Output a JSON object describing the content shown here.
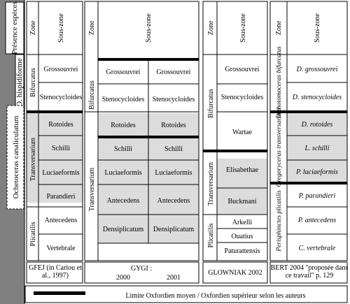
{
  "side": {
    "presence": "Présence espèces",
    "hispidiforme": "O. hispidiforme",
    "canaliculatum": "Ochetoceras canaliculatum"
  },
  "header": {
    "zone": "Zone",
    "sous_zone": "Sous-zone"
  },
  "cariou": {
    "zones": {
      "bifurcatus": "Bifurcatus",
      "transversarium": "Transversarium",
      "plicatilis": "Plicatilis"
    },
    "subzones": [
      "Grossouvrei",
      "Stenocycloides",
      "Rotoides",
      "Schilli",
      "Luciaeformis",
      "Parandieri",
      "Antecedens",
      "Vertebrale"
    ]
  },
  "gygi": {
    "zones": {
      "bifurcatus": "Bifurcatus",
      "transversarium": "Transversarium"
    },
    "col2000": [
      "Grossouvrei",
      "Stenocycloides",
      "Rotoides",
      "Schilli",
      "Luciaeformis",
      "Antecedens",
      "Densiplicatum"
    ],
    "col2001": [
      "Grossouvrei",
      "Stenocycloides",
      "Rotoides",
      "Schilli",
      "Luciaeformis",
      "Antecedens",
      "Densiplicatum"
    ]
  },
  "glowniak": {
    "zones": {
      "bifurcatus": "Bifurcatus",
      "transversarium": "Transversarium",
      "plicatilis": "Plicatilis"
    },
    "subzones": [
      "Grossouvrei",
      "Stenocycloides",
      "Wartae",
      "Elisabethae",
      "Buckmani",
      "Arkelli",
      "Ouatius",
      "Paturattensis"
    ]
  },
  "bert": {
    "zones": {
      "dichotomoceras": "Dichotomoceras bifurcatus",
      "gregoryceras": "Gregoryceras transversarium",
      "perisphinctes": "Perisphinctes plicatilis"
    },
    "subzones": [
      "D. grossouvrei",
      "D. stenocycloides",
      "D. rotoides",
      "L. schilli",
      "P. luciaeformis",
      "P. parandieri",
      "P. antecedens",
      "C. vertebrale"
    ]
  },
  "footer": {
    "gfej": "GFEJ (in Cariou et al., 1997)",
    "gygi": "GYGI :",
    "gygi_2000": "2000",
    "gygi_2001": "2001",
    "glowniak": "GLOWNIAK 2002",
    "bert": "BERT 2004 \"proposée dans ce travail\" p. 129"
  },
  "legend": "Limite Oxfordien moyen / Oxfordien supérieur selon les auteurs",
  "colors": {
    "shade": "#dcdcdc",
    "side_bar": "#808080",
    "rule": "#000000"
  }
}
